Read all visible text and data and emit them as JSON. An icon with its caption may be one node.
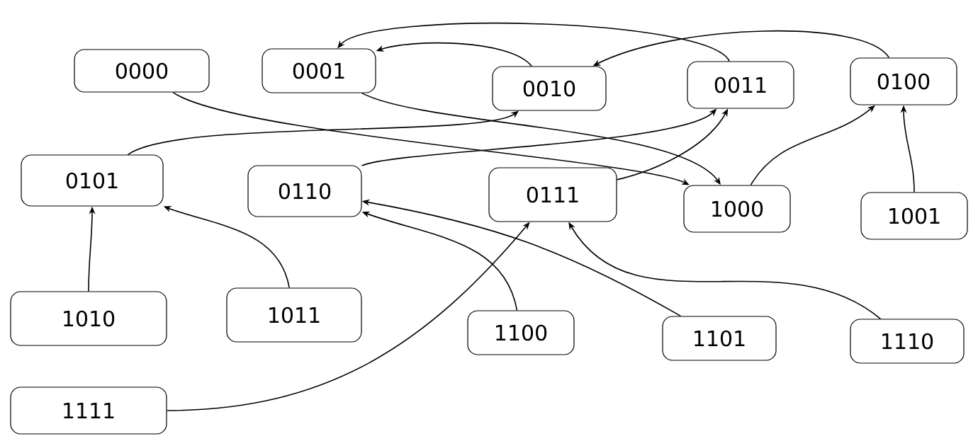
{
  "diagram": {
    "nodes": [
      {
        "text": [
          "0000"
        ]
      },
      {
        "text": [
          "0001"
        ]
      },
      {
        "text": [
          "0010"
        ]
      },
      {
        "text": [
          "0011"
        ]
      },
      {
        "text": [
          "0100"
        ]
      },
      {
        "text": [
          "0101"
        ]
      },
      {
        "text": [
          "0110"
        ]
      },
      {
        "text": [
          "0111"
        ]
      },
      {
        "text": [
          "1000"
        ]
      },
      {
        "text": [
          "1001"
        ]
      },
      {
        "text": [
          "1010"
        ]
      },
      {
        "text": [
          "1011"
        ]
      },
      {
        "text": [
          "1100"
        ]
      },
      {
        "text": [
          "1101"
        ]
      },
      {
        "text": [
          "1110"
        ]
      },
      {
        "text": [
          "1111"
        ]
      }
    ],
    "edges": [
      {
        "from": 0,
        "to": 8,
        "arrow": "to"
      },
      {
        "from": 1,
        "to": 8,
        "arrow": "to"
      },
      {
        "from": 2,
        "to": 1,
        "arrow": "to"
      },
      {
        "from": 3,
        "to": 1,
        "arrow": "to"
      },
      {
        "from": 4,
        "to": 2,
        "arrow": "to"
      },
      {
        "from": 5,
        "to": 2,
        "arrow": "to"
      },
      {
        "from": 6,
        "to": 3,
        "arrow": "to"
      },
      {
        "from": 7,
        "to": 3,
        "arrow": "to"
      },
      {
        "from": 8,
        "to": 4,
        "arrow": "to"
      },
      {
        "from": 9,
        "to": 4,
        "arrow": "to"
      },
      {
        "from": 10,
        "to": 5,
        "arrow": "to"
      },
      {
        "from": 11,
        "to": 5,
        "arrow": "to"
      },
      {
        "from": 12,
        "to": 6,
        "arrow": "to"
      },
      {
        "from": 13,
        "to": 6,
        "arrow": "to"
      },
      {
        "from": 14,
        "to": 7,
        "arrow": "to"
      },
      {
        "from": 15,
        "to": 7,
        "arrow": "to"
      }
    ]
  }
}
